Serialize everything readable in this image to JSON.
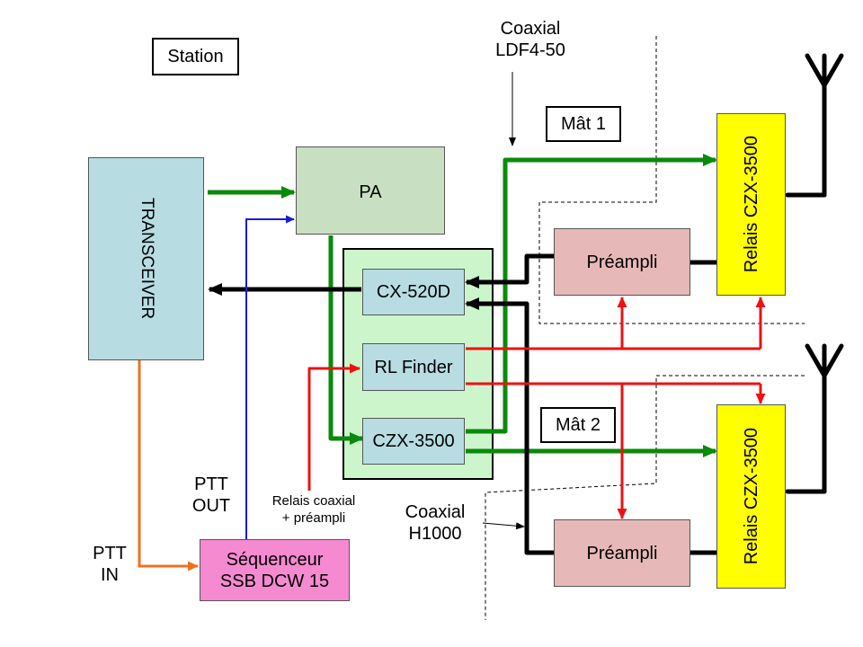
{
  "labels": {
    "station": "Station",
    "coax_top_l1": "Coaxial",
    "coax_top_l2": "LDF4-50",
    "mat1": "Mât 1",
    "mat2": "Mât 2",
    "transceiver": "TRANSCEIVER",
    "pa": "PA",
    "cx520d": "CX-520D",
    "rl_finder": "RL Finder",
    "czx3500": "CZX-3500",
    "preampli_1": "Préampli",
    "preampli_2": "Préampli",
    "relais_1": "Relais CZX-3500",
    "relais_2": "Relais CZX-3500",
    "ptt_out_l1": "PTT",
    "ptt_out_l2": "OUT",
    "ptt_in_l1": "PTT",
    "ptt_in_l2": "IN",
    "relais_coax_l1": "Relais coaxial",
    "relais_coax_l2": "+ préampli",
    "coax_h1000_l1": "Coaxial",
    "coax_h1000_l2": "H1000",
    "sequenceur_l1": "Séquenceur",
    "sequenceur_l2": "SSB DCW 15"
  },
  "colors": {
    "transceiver": "#b7dde3",
    "pa": "#c9dfc2",
    "group": "#ccf5cc",
    "module": "#b7dde3",
    "preampli": "#e6b9b8",
    "relais": "#ffff00",
    "sequenceur": "#f58ad1",
    "rf_line": "#0a8a0a",
    "rx_line": "#000000",
    "control_line": "#ee1111",
    "ptt_out_line": "#1a1adc",
    "ptt_in_line": "#f07020"
  }
}
